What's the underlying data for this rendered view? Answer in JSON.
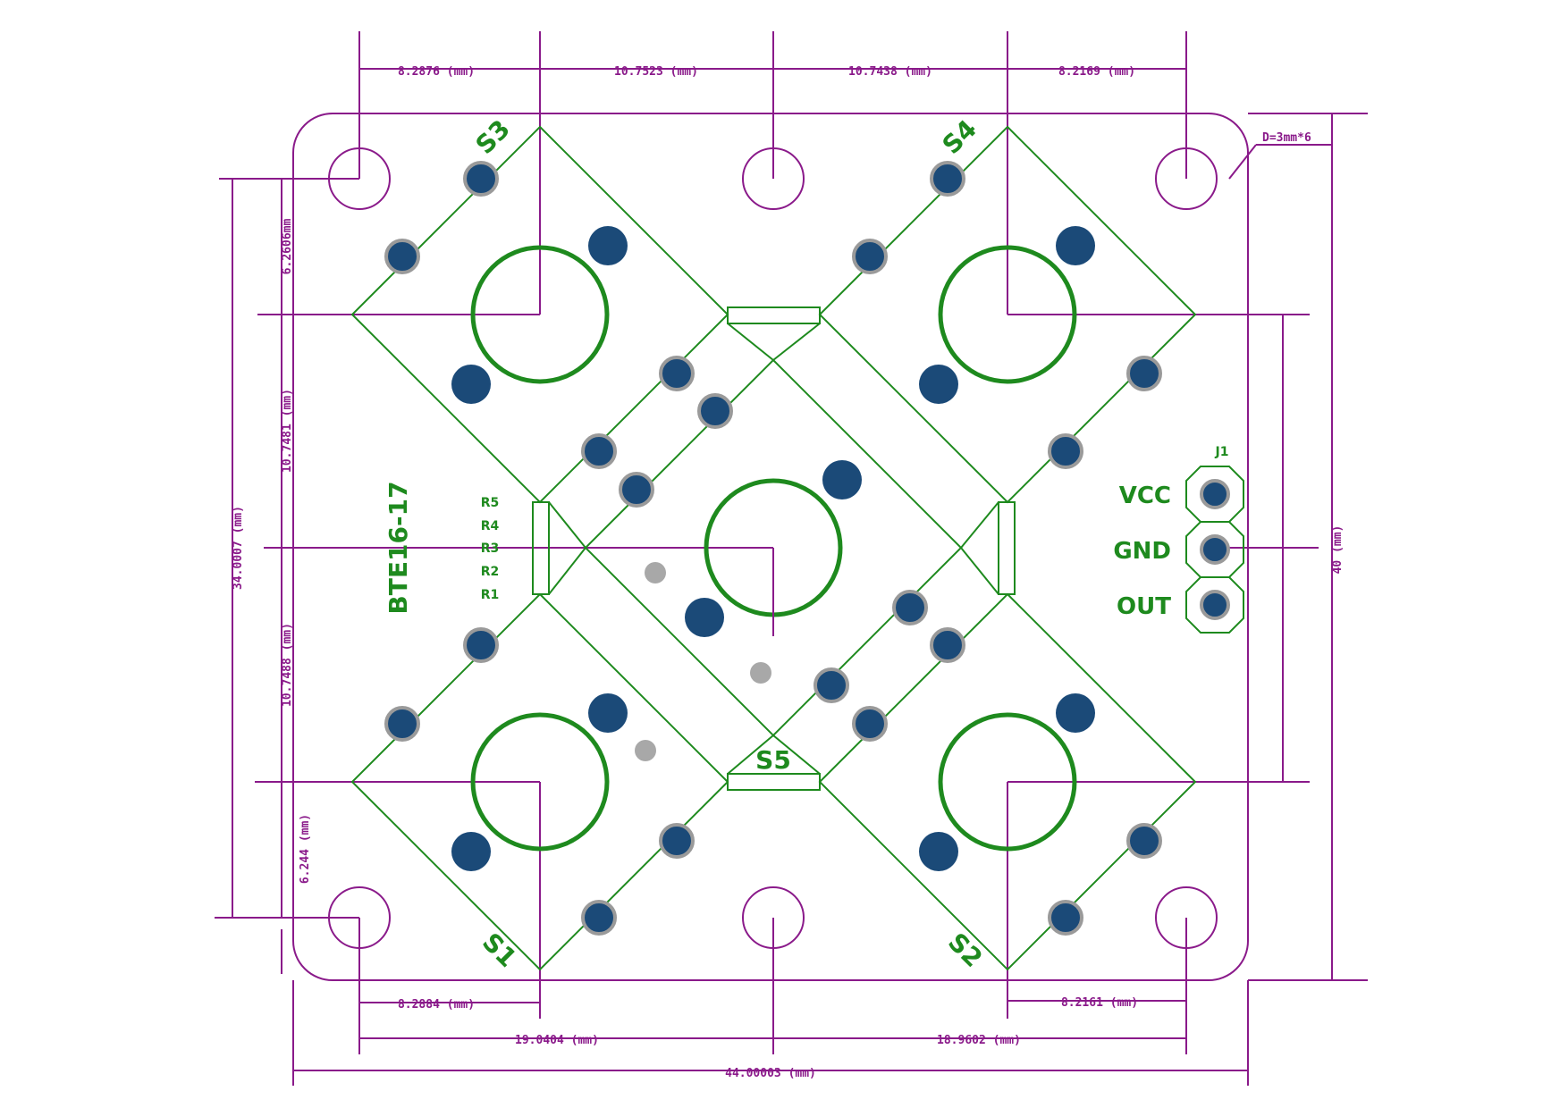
{
  "colors": {
    "dimension": "#8a1a8a",
    "silkscreen": "#1e8a1e",
    "pad": "#1b4a78",
    "via": "#a8a8a8"
  },
  "board": {
    "label": "BTE16-17"
  },
  "switches": [
    "S1",
    "S2",
    "S3",
    "S4",
    "S5"
  ],
  "resistors": [
    "R5",
    "R4",
    "R3",
    "R2",
    "R1"
  ],
  "connector": {
    "ref": "J1",
    "pins": [
      "VCC",
      "GND",
      "OUT"
    ]
  },
  "holes_note": "D=3mm*6",
  "dimensions": {
    "top": [
      "8.2876 (mm)",
      "10.7523 (mm)",
      "10.7438 (mm)",
      "8.2169 (mm)"
    ],
    "bottom_left": "8.2884 (mm)",
    "bottom_right": "8.2161 (mm)",
    "bottom_mid_left": "19.0404 (mm)",
    "bottom_mid_right": "18.9602 (mm)",
    "total_width": "44.00003 (mm)",
    "left_top": "6.2606mm",
    "left_mid1": "10.7481 (mm)",
    "left_mid2": "10.7488 (mm)",
    "left_bottom": "6.244 (mm)",
    "left_total": "34.0007 (mm)",
    "right_total": "40 (mm)"
  }
}
